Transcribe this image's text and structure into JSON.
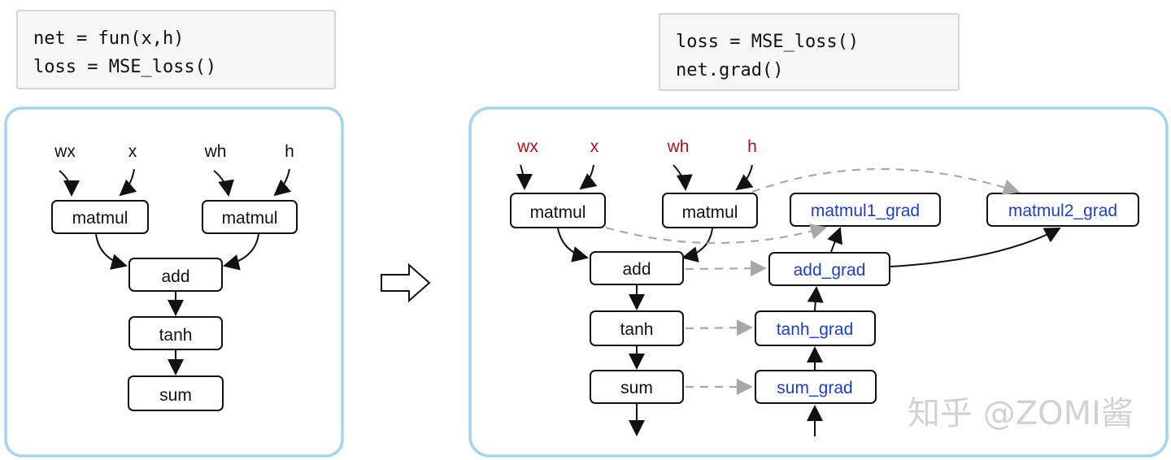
{
  "code_left": {
    "lines": [
      "net = fun(x,h)",
      "loss = MSE_loss()"
    ]
  },
  "code_right": {
    "lines": [
      "loss = MSE_loss()",
      "net.grad()"
    ]
  },
  "forward_graph": {
    "inputs": [
      "wx",
      "x",
      "wh",
      "h"
    ],
    "nodes": [
      "matmul",
      "matmul",
      "add",
      "tanh",
      "sum"
    ]
  },
  "backward_graph": {
    "inputs": [
      "wx",
      "x",
      "wh",
      "h"
    ],
    "forward_nodes": [
      "matmul",
      "matmul",
      "add",
      "tanh",
      "sum"
    ],
    "grad_nodes": [
      "matmul1_grad",
      "matmul2_grad",
      "add_grad",
      "tanh_grad",
      "sum_grad"
    ],
    "colors": {
      "input_text": "#b0121c",
      "grad_text": "#1f3fc4",
      "panel_border": "#a3d4f2",
      "dashed_edge": "#a8a8a8"
    }
  },
  "watermark": "知乎 @ZOMI酱"
}
